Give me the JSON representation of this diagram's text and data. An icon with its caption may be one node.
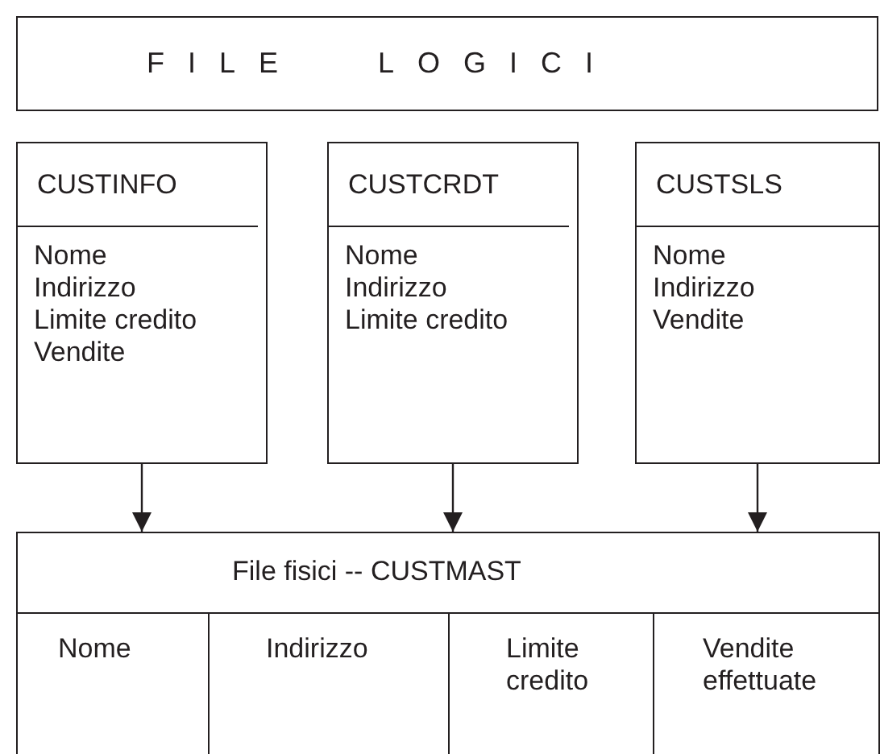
{
  "diagram": {
    "nodes": [
      {
        "text": [
          "FILE LOGICI"
        ]
      },
      {
        "text": [
          "CUSTINFO",
          "Nome",
          "Indirizzo",
          "Limite credito",
          "Vendite"
        ]
      },
      {
        "text": [
          "CUSTCRDT",
          "Nome",
          "Indirizzo",
          "Limite credito"
        ]
      },
      {
        "text": [
          "CUSTSLS",
          "Nome",
          "Indirizzo",
          "Vendite"
        ]
      },
      {
        "text": [
          "File fisici -- CUSTMAST"
        ]
      },
      {
        "text": [
          "Nome"
        ],
        "in": 4
      },
      {
        "text": [
          "Indirizzo"
        ],
        "in": 4
      },
      {
        "text": [
          "Limite credito"
        ],
        "in": 4
      },
      {
        "text": [
          "Vendite effettuate"
        ],
        "in": 4
      }
    ],
    "edges": [
      {
        "from": 1,
        "to": 4,
        "arrow": "to"
      },
      {
        "from": 2,
        "to": 4,
        "arrow": "to"
      },
      {
        "from": 3,
        "to": 4,
        "arrow": "to"
      }
    ]
  }
}
